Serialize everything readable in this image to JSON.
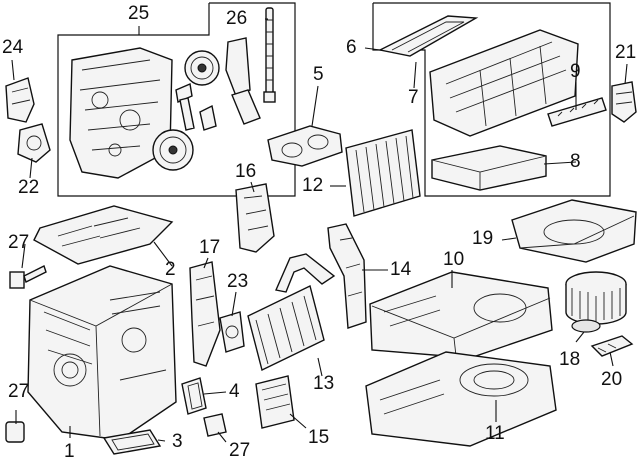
{
  "diagram": {
    "callouts": [
      {
        "id": "c1",
        "text": "1"
      },
      {
        "id": "c2",
        "text": "2"
      },
      {
        "id": "c3",
        "text": "3"
      },
      {
        "id": "c4",
        "text": "4"
      },
      {
        "id": "c5",
        "text": "5"
      },
      {
        "id": "c6",
        "text": "6"
      },
      {
        "id": "c7",
        "text": "7"
      },
      {
        "id": "c8",
        "text": "8"
      },
      {
        "id": "c9",
        "text": "9"
      },
      {
        "id": "c10",
        "text": "10"
      },
      {
        "id": "c11",
        "text": "11"
      },
      {
        "id": "c12",
        "text": "12"
      },
      {
        "id": "c13",
        "text": "13"
      },
      {
        "id": "c14",
        "text": "14"
      },
      {
        "id": "c15",
        "text": "15"
      },
      {
        "id": "c16",
        "text": "16"
      },
      {
        "id": "c17",
        "text": "17"
      },
      {
        "id": "c18",
        "text": "18"
      },
      {
        "id": "c19",
        "text": "19"
      },
      {
        "id": "c20",
        "text": "20"
      },
      {
        "id": "c21",
        "text": "21"
      },
      {
        "id": "c22",
        "text": "22"
      },
      {
        "id": "c23",
        "text": "23"
      },
      {
        "id": "c24",
        "text": "24"
      },
      {
        "id": "c25",
        "text": "25"
      },
      {
        "id": "c26",
        "text": "26"
      },
      {
        "id": "c27a",
        "text": "27"
      },
      {
        "id": "c27b",
        "text": "27"
      },
      {
        "id": "c27c",
        "text": "27"
      }
    ]
  }
}
